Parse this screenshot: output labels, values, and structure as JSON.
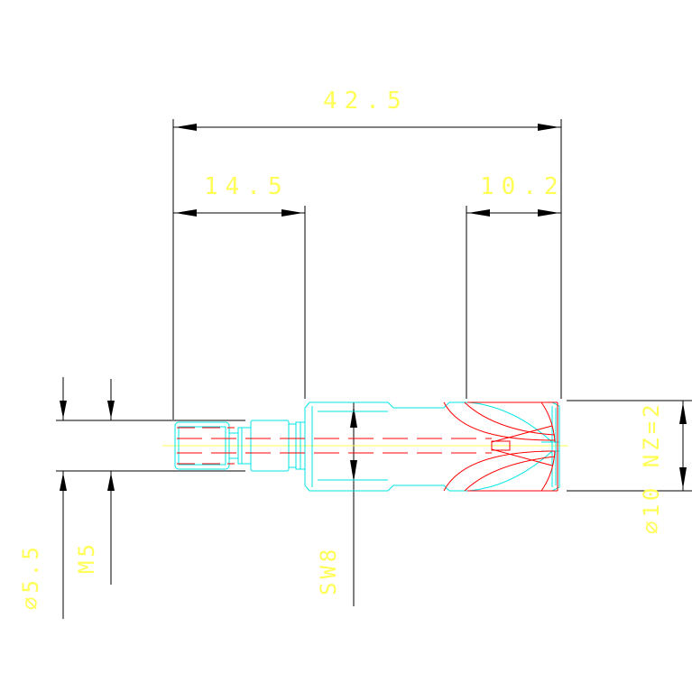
{
  "colors": {
    "background": "#ffffff",
    "dimension_lines": "#000000",
    "dimension_text": "#ffff55",
    "part_outline": "#00e5e5",
    "hidden_lines": "#ff0000",
    "center_line": "#ffff55"
  },
  "dimensions": {
    "overall_length": "42.5",
    "left_length": "14.5",
    "right_length": "10.2",
    "thread_diameter": "∅5.5",
    "thread_size": "M5",
    "wrench_size": "SW8",
    "nozzle": "∅10 NZ=2"
  }
}
